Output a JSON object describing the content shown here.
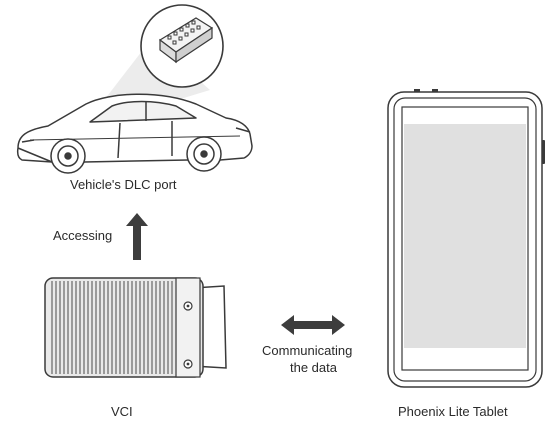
{
  "labels": {
    "dlc_port": "Vehicle's DLC port",
    "accessing": "Accessing",
    "communicating_line1": "Communicating",
    "communicating_line2": "the data",
    "vci": "VCI",
    "tablet": "Phoenix Lite Tablet"
  },
  "colors": {
    "stroke": "#3a3a3a",
    "arrow": "#3d3d3d",
    "light_gray": "#e6e6e6",
    "screen": "#e0e0e0",
    "text": "#2a2a2a"
  }
}
